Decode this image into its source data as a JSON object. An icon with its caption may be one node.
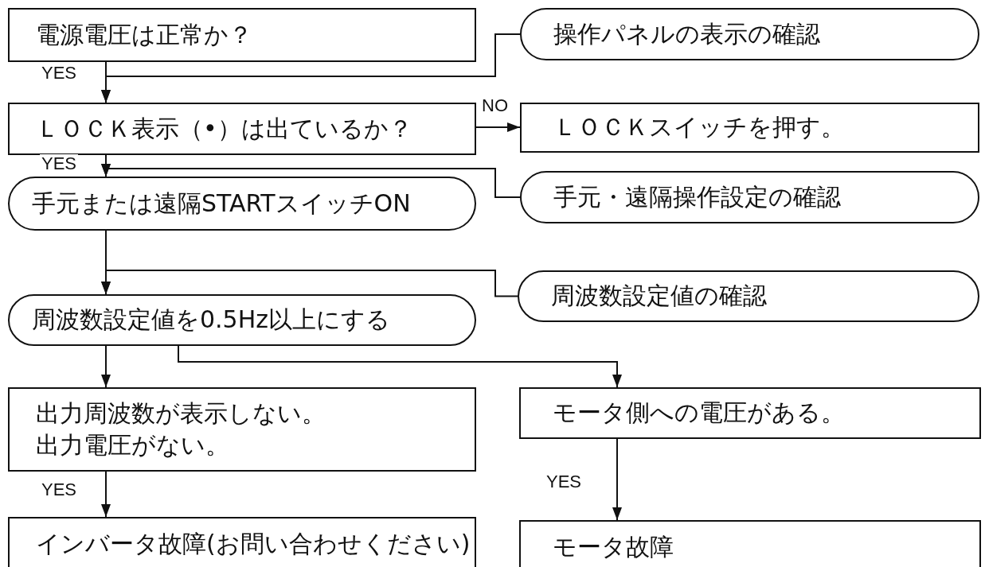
{
  "diagram": {
    "nodes": [
      {
        "text": [
          "電源電圧は正常か？"
        ]
      },
      {
        "text": [
          "操作パネルの表示の確認"
        ]
      },
      {
        "text": [
          "ＬＯＣＫ表示（•）は出ているか？"
        ]
      },
      {
        "text": [
          "ＬＯＣＫスイッチを押す。"
        ]
      },
      {
        "text": [
          "手元・遠隔操作設定の確認"
        ]
      },
      {
        "text": [
          "手元または遠隔STARTスイッチON"
        ]
      },
      {
        "text": [
          "周波数設定値の確認"
        ]
      },
      {
        "text": [
          "周波数設定値を0.5Hz以上にする"
        ]
      },
      {
        "text": [
          "出力周波数が表示しない。出力電圧がない。"
        ]
      },
      {
        "text": [
          "モータ側への電圧がある。"
        ]
      },
      {
        "text": [
          "インバータ故障(お問い合わせください)"
        ]
      },
      {
        "text": [
          "モータ故障"
        ]
      }
    ],
    "edges": [
      {
        "from": 0,
        "to": 2,
        "arrow": "to",
        "label": "YES"
      },
      {
        "from": 1,
        "to": 2,
        "arrow": "to"
      },
      {
        "from": 2,
        "to": 3,
        "arrow": "to",
        "label": "NO"
      },
      {
        "from": 2,
        "to": 5,
        "arrow": "to",
        "label": "YES"
      },
      {
        "from": 4,
        "to": 5,
        "arrow": "to"
      },
      {
        "from": 5,
        "to": 7,
        "arrow": "to"
      },
      {
        "from": 6,
        "to": 7,
        "arrow": "to"
      },
      {
        "from": 7,
        "to": 8,
        "arrow": "to"
      },
      {
        "from": 7,
        "to": 9,
        "arrow": "to"
      },
      {
        "from": 8,
        "to": 10,
        "arrow": "to",
        "label": "YES"
      },
      {
        "from": 9,
        "to": 11,
        "arrow": "to",
        "label": "YES"
      }
    ]
  }
}
